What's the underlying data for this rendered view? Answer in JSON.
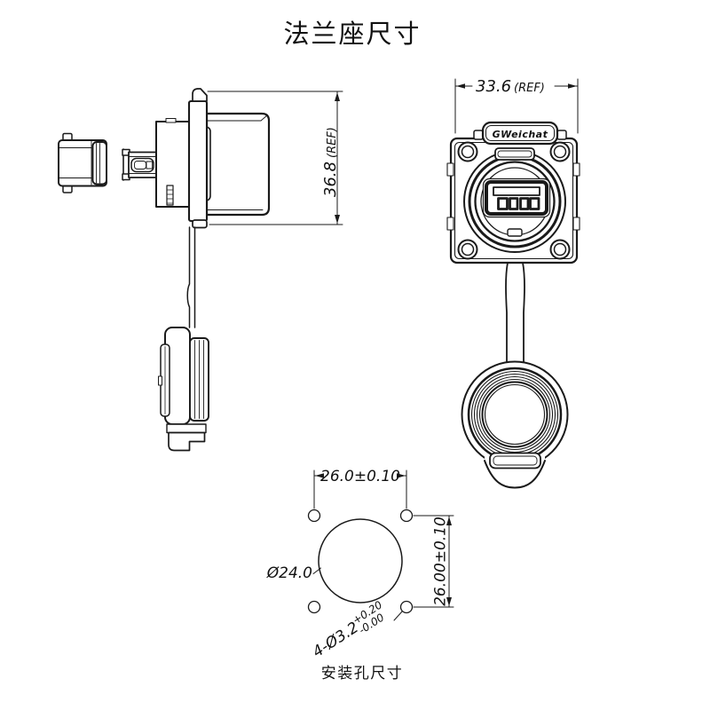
{
  "title": "法兰座尺寸",
  "caption": "安装孔尺寸",
  "colors": {
    "line": "#1a1a1a",
    "background": "#ffffff"
  },
  "side_view": {
    "height_dim_value": "36.8",
    "height_dim_ref": "(REF)"
  },
  "front_view": {
    "width_dim_value": "33.6",
    "width_dim_ref": "(REF)",
    "logo_text": "GWeichat"
  },
  "mounting_diagram": {
    "hole_pitch_horizontal": "26.0±0.10",
    "hole_pitch_vertical": "26.00±0.10",
    "center_hole_diameter": "Ø24.0",
    "corner_hole_spec": "4-Ø3.2",
    "corner_hole_tol_upper": "+0.20",
    "corner_hole_tol_lower": "-0.00"
  }
}
